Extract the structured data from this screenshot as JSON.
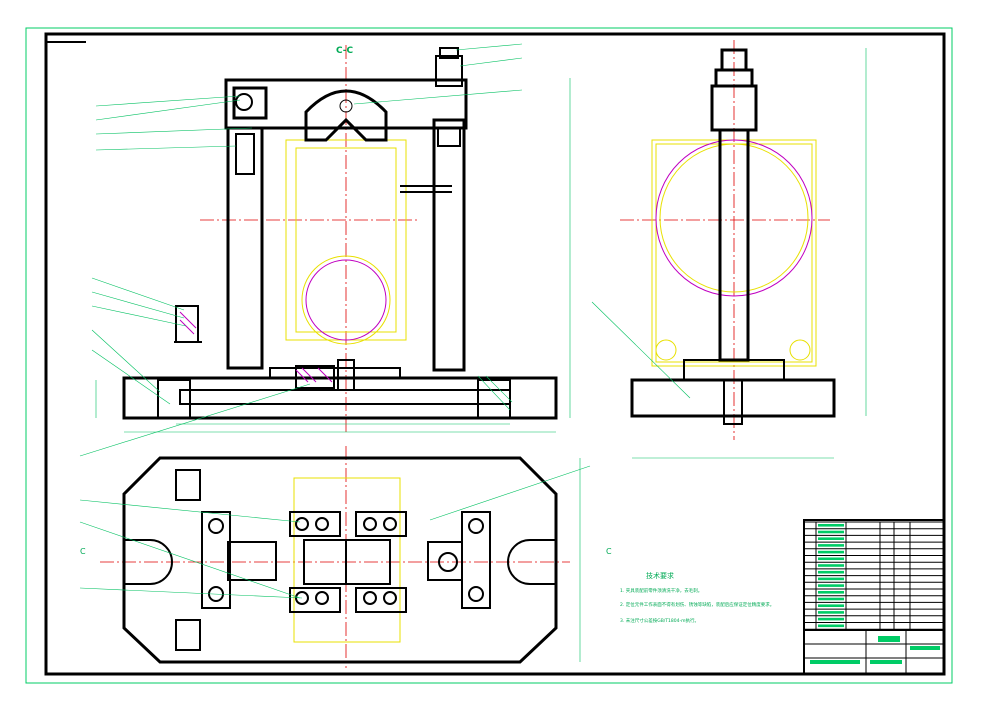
{
  "drawing": {
    "section_label": "C-C",
    "cut_mark_left": "C",
    "cut_mark_right": "C",
    "notes_title": "技术要求",
    "notes": [
      "1. 夹具装配前零件须清洗干净，去毛刺。",
      "2. 定位元件工作表面不得有划伤、锈蚀等缺陷，装配后应保证定位精度要求。",
      "3. 未注尺寸公差按GB/T1804-m执行。"
    ]
  },
  "colors": {
    "frame": "#00cc66",
    "outline": "#000000",
    "center_line": "#e00000",
    "phantom": "#e8e000",
    "hatch": "#c000c0"
  }
}
